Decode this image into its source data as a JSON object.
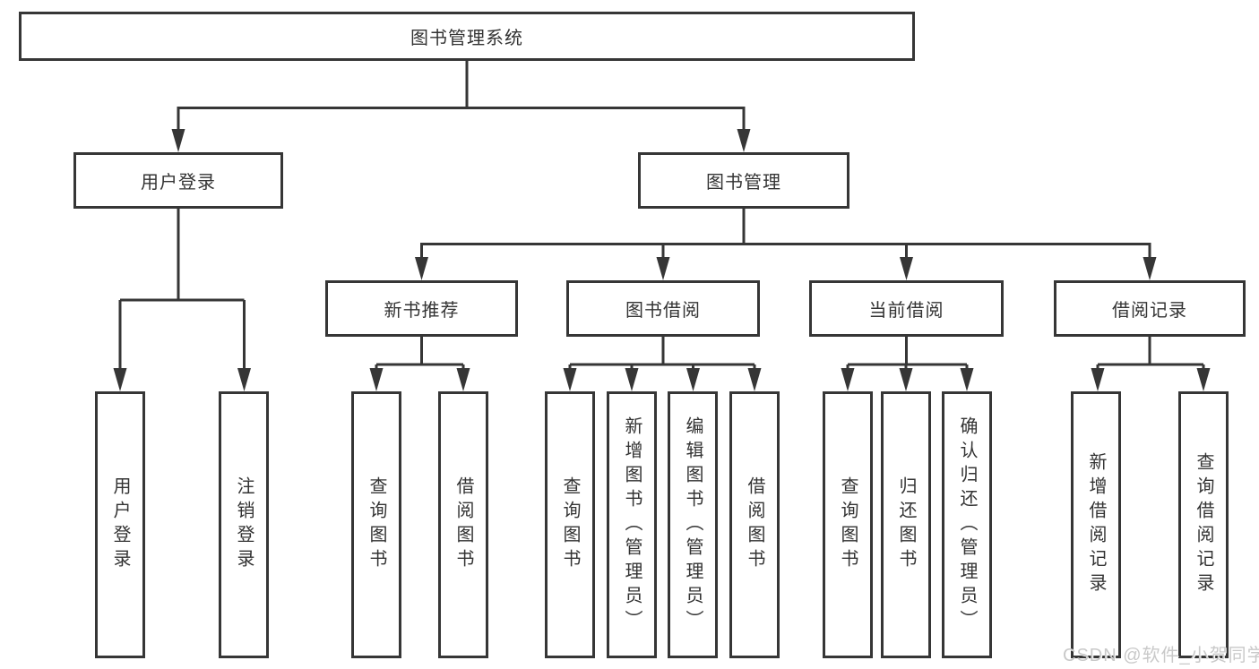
{
  "tree": {
    "root": "图书管理系统",
    "branches": {
      "user_login": "用户登录",
      "book_mgmt": "图书管理"
    },
    "modules": {
      "new_books": "新书推荐",
      "book_borrow": "图书借阅",
      "current_borrow": "当前借阅",
      "borrow_records": "借阅记录"
    },
    "leaves": {
      "ul1": "用户登录",
      "ul2": "注销登录",
      "nb1": "查询图书",
      "nb2": "借阅图书",
      "bb1": "查询图书",
      "bb2": "新增图书（管理员）",
      "bb3": "编辑图书（管理员）",
      "bb4": "借阅图书",
      "cb1": "查询图书",
      "cb2": "归还图书",
      "cb3": "确认归还（管理员）",
      "br1": "新增借阅记录",
      "br2": "查询借阅记录"
    }
  },
  "watermark": "CSDN @软件_小贺同学",
  "colors": {
    "line": "#363636",
    "text": "#333333",
    "watermark": "#c9c9c9"
  }
}
